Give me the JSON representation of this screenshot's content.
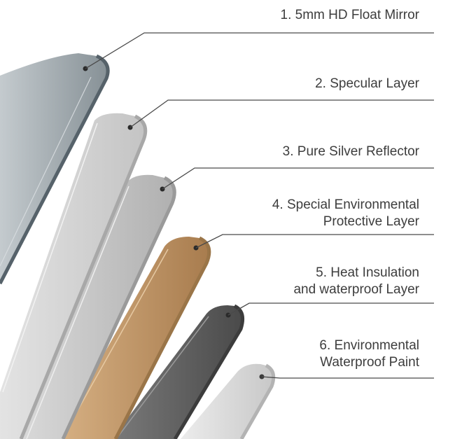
{
  "layers": [
    {
      "label_lines": [
        "1. 5mm HD Float Mirror"
      ],
      "color": "#8e979c",
      "edge_color": "#5f6a70"
    },
    {
      "label_lines": [
        "2. Specular Layer"
      ],
      "color": "#cdcdcd",
      "edge_color": "#a8a8a8"
    },
    {
      "label_lines": [
        "3. Pure Silver Reflector"
      ],
      "color": "#bdbdbd",
      "edge_color": "#9a9a9a"
    },
    {
      "label_lines": [
        "4. Special Environmental",
        "Protective Layer"
      ],
      "color": "#c49a6c",
      "edge_color": "#9a7548"
    },
    {
      "label_lines": [
        "5. Heat Insulation",
        "and waterproof Layer"
      ],
      "color": "#5e5e5e",
      "edge_color": "#444444"
    },
    {
      "label_lines": [
        "6. Environmental",
        "Waterproof Paint"
      ],
      "color": "#d6d6d6",
      "edge_color": "#b3b3b3"
    }
  ],
  "colors": {
    "leader_line": "#4a4a4a",
    "label_text": "#3d3d3d",
    "background": "#ffffff"
  }
}
